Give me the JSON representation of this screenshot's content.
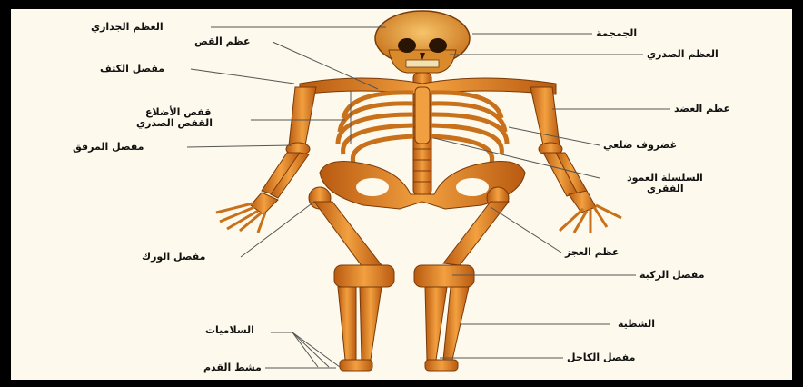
{
  "labels": {
    "parietal": "العظم الجداري",
    "clavicle": "عظم القص",
    "shoulder": "مفصل الكتف",
    "ribcage1": "قفص الأضلاع",
    "ribcage2": "القفص الصدري",
    "elbow": "مفصل المرفق",
    "hip": "مفصل الورك",
    "phalanges": "السلاميات",
    "metatarsals": "مشط القدم",
    "skull": "الجمجمة",
    "sternum": "العظم الصدري",
    "humerus": "عظم العضد",
    "cartilage": "غضروف ضلعي",
    "spine1": "السلسلة العمود",
    "spine2": "الفقري",
    "sacrum": "عظم العجز",
    "knee": "مفصل الركبة",
    "tibia": "الشظية",
    "ankle": "مفصل الكاحل"
  }
}
